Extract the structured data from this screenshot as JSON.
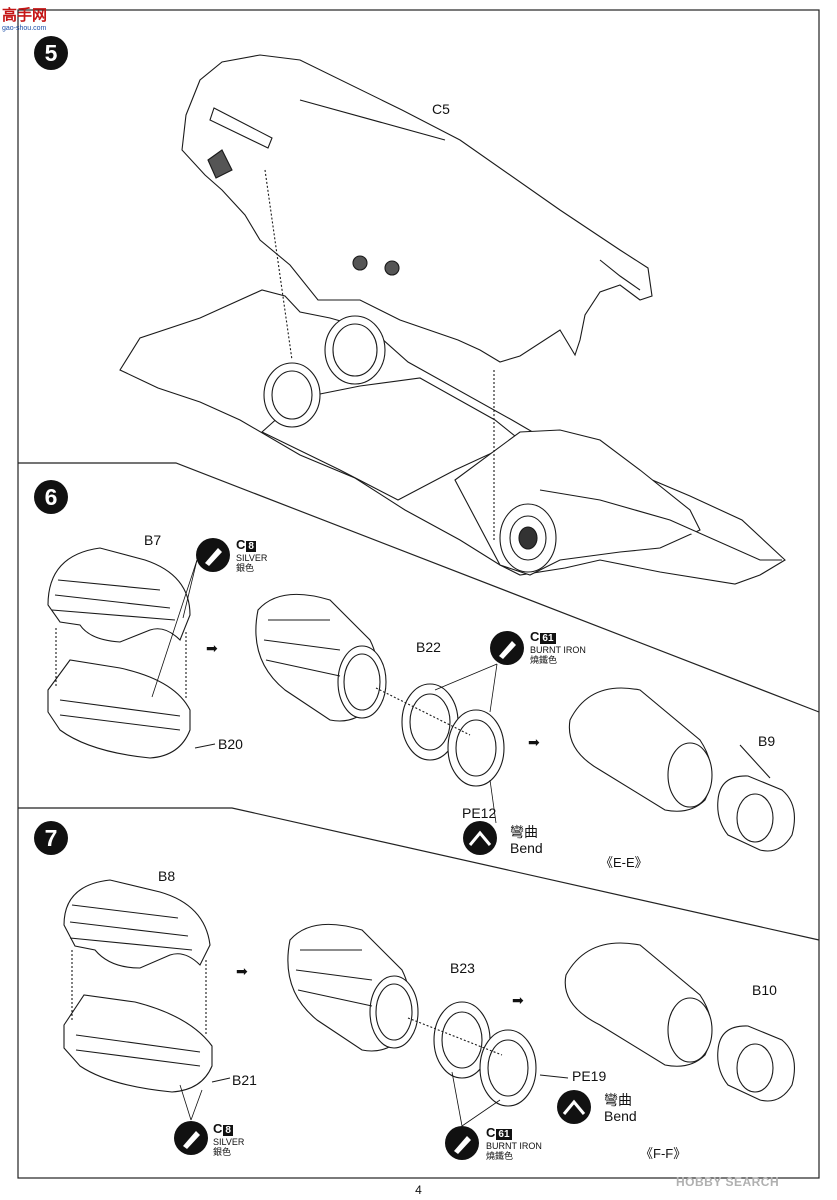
{
  "watermark": {
    "site_cn": "高手网",
    "site_url": "gao-shou.com"
  },
  "page_number": "4",
  "footer_brand": "HOBBY SEARCH",
  "steps": [
    {
      "number": "5",
      "parts": [
        "C5"
      ]
    },
    {
      "number": "6",
      "parts": [
        "B7",
        "B20",
        "B22",
        "PE12",
        "B9"
      ],
      "view": "《E-E》"
    },
    {
      "number": "7",
      "parts": [
        "B8",
        "B21",
        "B23",
        "PE19",
        "B10"
      ],
      "view": "《F-F》"
    }
  ],
  "paints": {
    "silver": {
      "code": "C",
      "code_num": "8",
      "name": "SILVER",
      "cjk": "銀色"
    },
    "burnt_iron": {
      "code": "C",
      "code_num": "61",
      "name": "BURNT IRON",
      "cjk": "燒鐵色"
    }
  },
  "bend": {
    "cjk": "彎曲",
    "en": "Bend"
  },
  "arrow_glyph": "➡"
}
